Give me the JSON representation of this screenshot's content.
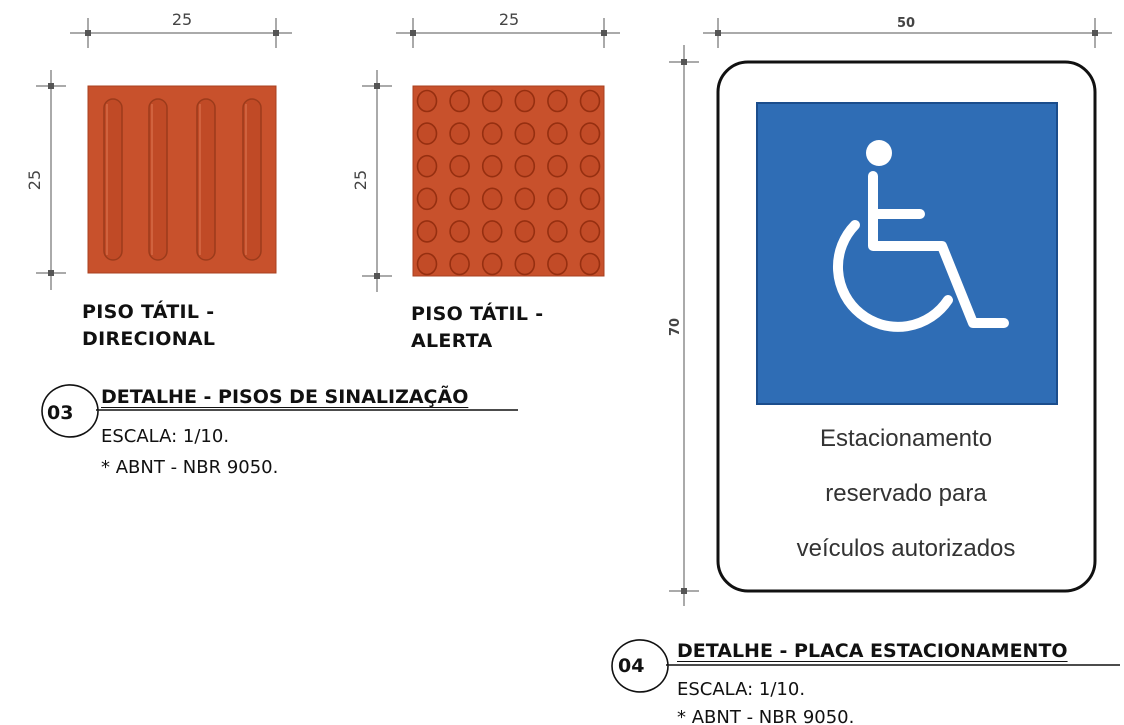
{
  "dimensions": {
    "tile_dir_width": "25",
    "tile_dir_height": "25",
    "tile_alert_width": "25",
    "tile_alert_height": "25",
    "sign_width": "50",
    "sign_height": "70"
  },
  "tiles": {
    "directional_label_line1": "PISO TÁTIL -",
    "directional_label_line2": "DIRECIONAL",
    "alert_label_line1": "PISO TÁTIL -",
    "alert_label_line2": "ALERTA",
    "tile_color": "#c8512c"
  },
  "detail_03": {
    "number": "03",
    "title": "DETALHE - PISOS DE SINALIZAÇÃO",
    "scale": "ESCALA: 1/10.",
    "norm": "* ABNT - NBR 9050."
  },
  "sign": {
    "line1": "Estacionamento",
    "line2": "reservado para",
    "line3": "veículos autorizados",
    "panel_color": "#2f6db5",
    "icon": "wheelchair-icon"
  },
  "detail_04": {
    "number": "04",
    "title": "DETALHE - PLACA ESTACIONAMENTO",
    "scale": "ESCALA: 1/10.",
    "norm": "* ABNT - NBR 9050."
  }
}
